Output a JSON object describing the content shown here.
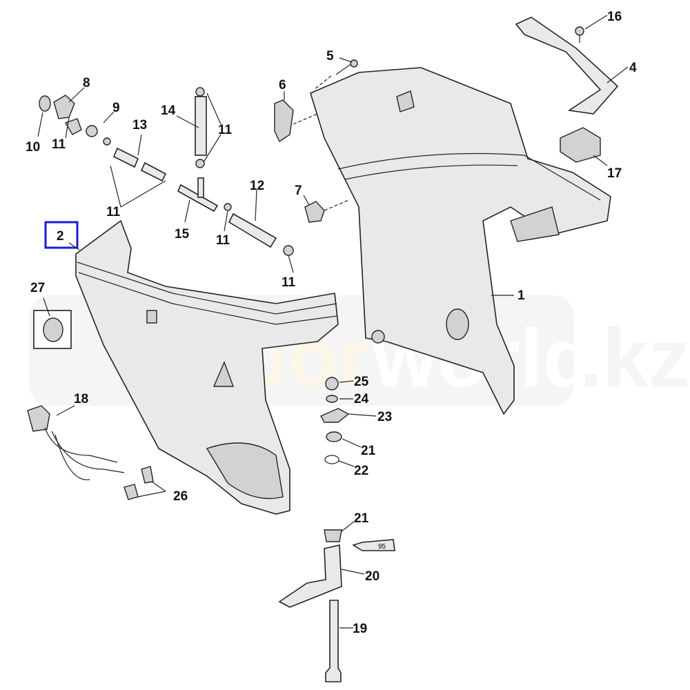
{
  "diagram": {
    "watermark": {
      "part1": "out",
      "part2": "door",
      "part3": "world",
      "part4": ".kz"
    },
    "highlighted_callout": "2",
    "callouts": [
      {
        "id": "16"
      },
      {
        "id": "4"
      },
      {
        "id": "5"
      },
      {
        "id": "6"
      },
      {
        "id": "8"
      },
      {
        "id": "9"
      },
      {
        "id": "14"
      },
      {
        "id": "13"
      },
      {
        "id": "11"
      },
      {
        "id": "10"
      },
      {
        "id": "11"
      },
      {
        "id": "17"
      },
      {
        "id": "12"
      },
      {
        "id": "7"
      },
      {
        "id": "11"
      },
      {
        "id": "15"
      },
      {
        "id": "11"
      },
      {
        "id": "2"
      },
      {
        "id": "11"
      },
      {
        "id": "27"
      },
      {
        "id": "1"
      },
      {
        "id": "25"
      },
      {
        "id": "24"
      },
      {
        "id": "18"
      },
      {
        "id": "23"
      },
      {
        "id": "21"
      },
      {
        "id": "22"
      },
      {
        "id": "26"
      },
      {
        "id": "21"
      },
      {
        "id": "20"
      },
      {
        "id": "19"
      }
    ],
    "tube_label": "95"
  }
}
